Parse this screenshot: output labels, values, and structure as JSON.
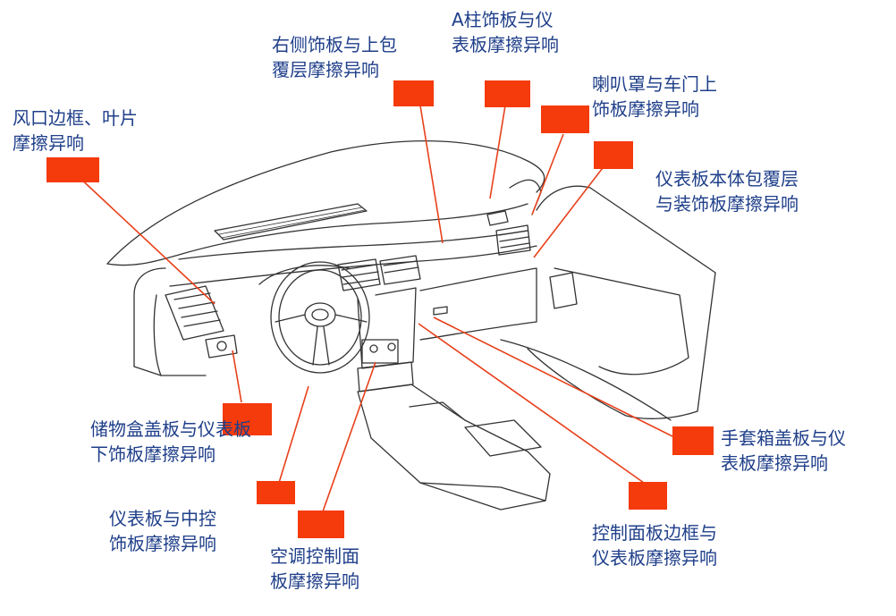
{
  "colors": {
    "marker": "#f53a0b",
    "leader_line": "#e8401a",
    "label_text": "#1f3f8a",
    "drawing": "#333333"
  },
  "callouts": [
    {
      "id": "vent-bezel",
      "lines": [
        "风口边框、叶片",
        "摩擦异响"
      ]
    },
    {
      "id": "right-trim",
      "lines": [
        "右侧饰板与上包",
        "覆层摩擦异响"
      ]
    },
    {
      "id": "a-pillar",
      "lines": [
        "A柱饰板与仪",
        "表板摩擦异响"
      ]
    },
    {
      "id": "speaker-grille",
      "lines": [
        "喇叭罩与车门上",
        "饰板摩擦异响"
      ]
    },
    {
      "id": "ip-body",
      "lines": [
        "仪表板本体包覆层",
        "与装饰板摩擦异响"
      ]
    },
    {
      "id": "storage-box",
      "lines": [
        "储物盒盖板与仪表板",
        "下饰板摩擦异响"
      ]
    },
    {
      "id": "glovebox",
      "lines": [
        "手套箱盖板与仪",
        "表板摩擦异响"
      ]
    },
    {
      "id": "center-console",
      "lines": [
        "仪表板与中控",
        "饰板摩擦异响"
      ]
    },
    {
      "id": "ac-panel",
      "lines": [
        "空调控制面",
        "板摩擦异响"
      ]
    },
    {
      "id": "control-bezel",
      "lines": [
        "控制面板边框与",
        "仪表板摩擦异响"
      ]
    }
  ]
}
